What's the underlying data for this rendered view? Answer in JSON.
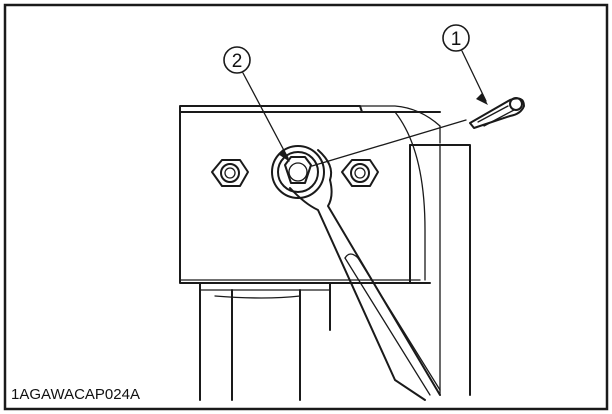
{
  "figure": {
    "callouts": [
      {
        "id": "1",
        "label": "1"
      },
      {
        "id": "2",
        "label": "2"
      }
    ],
    "image_code": "1AGAWACAP024A"
  }
}
